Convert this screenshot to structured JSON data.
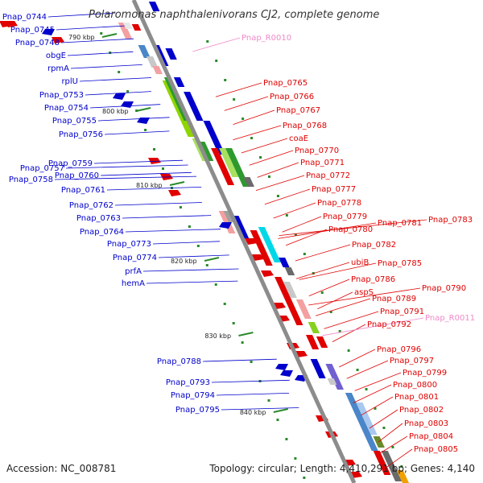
{
  "title": "Polaromonas naphthalenivorans CJ2, complete genome",
  "footer": {
    "accession": "Accession: NC_008781",
    "summary": "Topology: circular; Length: 4,410,291 bp; Genes: 4,140"
  },
  "colors": {
    "forward": "#e00000",
    "reverse": "#0000cc",
    "rna": "#f08ac8",
    "backbone": "#8c8c8c",
    "tick": "#2a8a2a"
  },
  "ticks": [
    "790 kbp",
    "800 kbp",
    "810 kbp",
    "820 kbp",
    "830 kbp",
    "840 kbp"
  ],
  "left_labels": [
    "Pnap_0744",
    "Pnap_0745",
    "Pnap_0748",
    "obgE",
    "rpmA",
    "rplU",
    "Pnap_0753",
    "Pnap_0754",
    "Pnap_0755",
    "Pnap_0756",
    "Pnap_0757",
    "Pnap_0758",
    "Pnap_0759",
    "Pnap_0760",
    "Pnap_0761",
    "Pnap_0762",
    "Pnap_0763",
    "Pnap_0764",
    "Pnap_0773",
    "Pnap_0774",
    "prfA",
    "hemA",
    "Pnap_0788",
    "Pnap_0793",
    "Pnap_0794",
    "Pnap_0795"
  ],
  "right_labels": [
    "Pnap_R0010",
    "Pnap_0765",
    "Pnap_0766",
    "Pnap_0767",
    "Pnap_0768",
    "coaE",
    "Pnap_0770",
    "Pnap_0771",
    "Pnap_0772",
    "Pnap_0777",
    "Pnap_0778",
    "Pnap_0779",
    "Pnap_0781",
    "Pnap_0783",
    "Pnap_0780",
    "Pnap_0782",
    "ubiB",
    "Pnap_0785",
    "Pnap_0786",
    "aspS",
    "Pnap_0790",
    "Pnap_0789",
    "Pnap_0791",
    "Pnap_0792",
    "Pnap_R0011",
    "Pnap_0796",
    "Pnap_0797",
    "Pnap_0799",
    "Pnap_0800",
    "Pnap_0801",
    "Pnap_0802",
    "Pnap_0803",
    "Pnap_0804",
    "Pnap_0805"
  ]
}
